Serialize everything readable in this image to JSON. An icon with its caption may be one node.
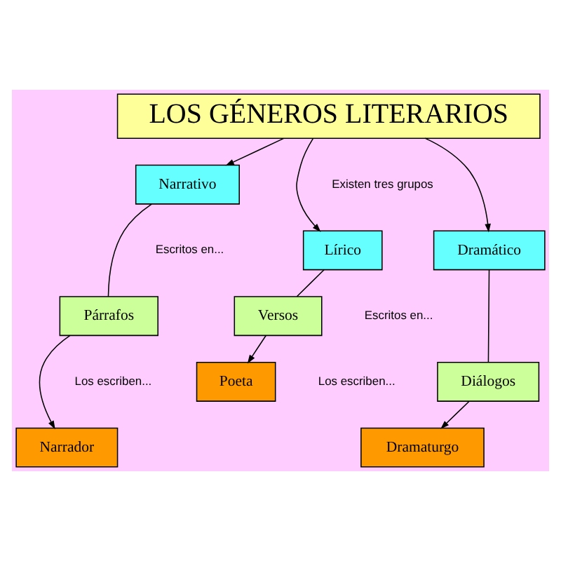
{
  "diagram": {
    "nodes": [
      {
        "text": [
          "LOS GÉNEROS LITERARIOS"
        ]
      },
      {
        "text": [
          "Narrativo"
        ]
      },
      {
        "text": [
          "Lírico"
        ]
      },
      {
        "text": [
          "Dramático"
        ]
      },
      {
        "text": [
          "Párrafos"
        ]
      },
      {
        "text": [
          "Versos"
        ]
      },
      {
        "text": [
          "Diálogos"
        ]
      },
      {
        "text": [
          "Narrador"
        ]
      },
      {
        "text": [
          "Poeta"
        ]
      },
      {
        "text": [
          "Dramaturgo"
        ]
      }
    ],
    "edges": [
      {
        "from": 0,
        "to": 1,
        "arrow": "to"
      },
      {
        "from": 0,
        "to": 2,
        "arrow": "to"
      },
      {
        "from": 0,
        "to": 3,
        "arrow": "to"
      },
      {
        "from": 1,
        "to": 4,
        "arrow": "none"
      },
      {
        "from": 2,
        "to": 5,
        "arrow": "none"
      },
      {
        "from": 3,
        "to": 6,
        "arrow": "none"
      },
      {
        "from": 4,
        "to": 7,
        "arrow": "to"
      },
      {
        "from": 5,
        "to": 8,
        "arrow": "to"
      },
      {
        "from": 6,
        "to": 9,
        "arrow": "to"
      }
    ],
    "labels": [
      "Existen tres grupos",
      "Escritos en...",
      "Escritos en...",
      "Los escriben...",
      "Los escriben..."
    ]
  }
}
